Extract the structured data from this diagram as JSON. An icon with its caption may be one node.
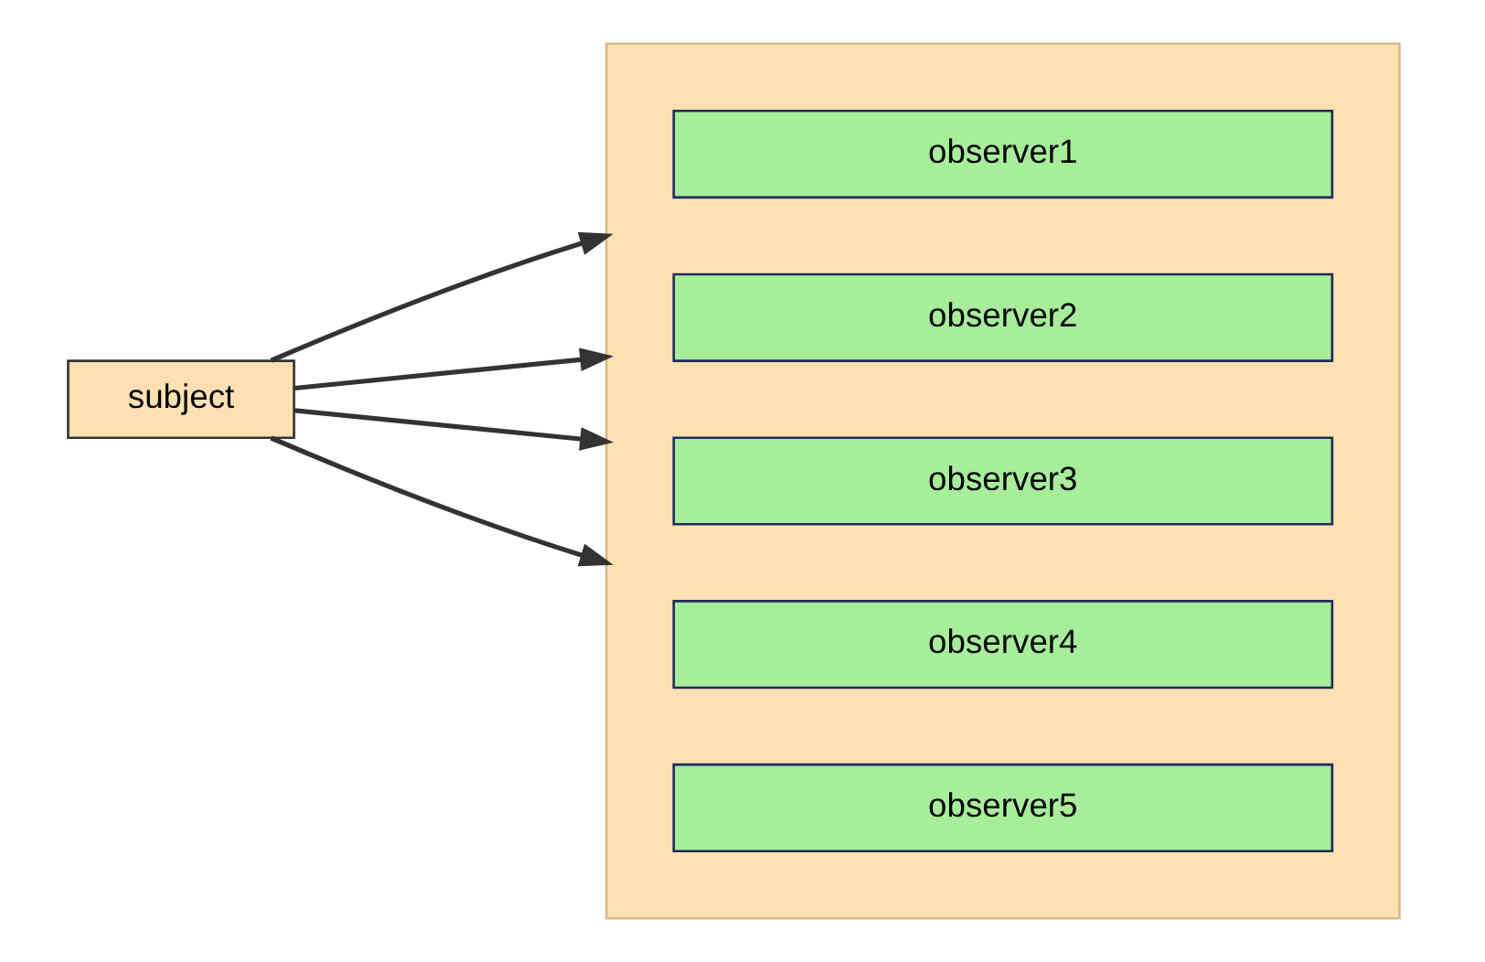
{
  "diagram": {
    "nodes": [
      {
        "text": [
          "subject"
        ]
      },
      {
        "text": [],
        "shape": "box"
      },
      {
        "text": [
          "observer1"
        ],
        "in": 1
      },
      {
        "text": [
          "observer2"
        ],
        "in": 1
      },
      {
        "text": [
          "observer3"
        ],
        "in": 1
      },
      {
        "text": [
          "observer4"
        ],
        "in": 1
      },
      {
        "text": [
          "observer5"
        ],
        "in": 1
      }
    ],
    "edges": [
      {
        "from": 0,
        "to": 1,
        "arrow": "to"
      },
      {
        "from": 0,
        "to": 1,
        "arrow": "to"
      },
      {
        "from": 0,
        "to": 1,
        "arrow": "to"
      },
      {
        "from": 0,
        "to": 1,
        "arrow": "to"
      }
    ]
  }
}
